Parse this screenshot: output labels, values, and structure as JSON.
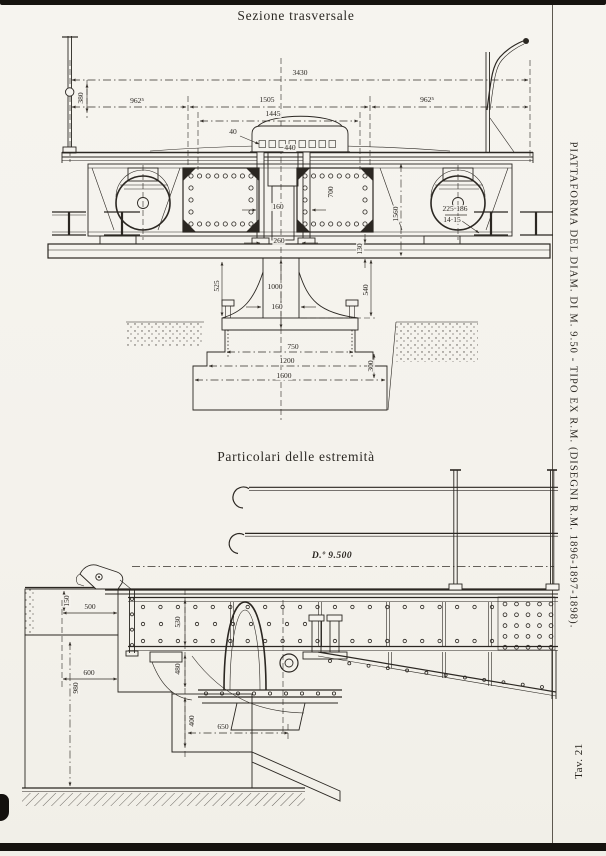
{
  "page": {
    "margin_title": "PIATTAFORMA DEL DIAM. DI M. 9.50 - TIPO EX R.M. (DISEGNI R.M. 1896-1897-1898).",
    "plate_number": "Tav. 21",
    "ink_color": "#2b2722",
    "paper_color": "#f5f3ee"
  },
  "figures": [
    {
      "title": "Sezione trasversale",
      "dims": [
        "3430",
        "962⁵",
        "1505",
        "962⁵",
        "1445",
        "380",
        "40",
        "440",
        "160",
        "260",
        "700",
        "1560",
        "130",
        "525",
        "1000",
        "160",
        "540",
        "750",
        "1200",
        "1600",
        "300",
        "225·186",
        "14·15"
      ]
    },
    {
      "title": "Particolari delle estremità",
      "diameter_label": "D.º 9.500",
      "dims": [
        "500",
        "150",
        "600",
        "980",
        "530",
        "480",
        "400",
        "650"
      ]
    }
  ]
}
